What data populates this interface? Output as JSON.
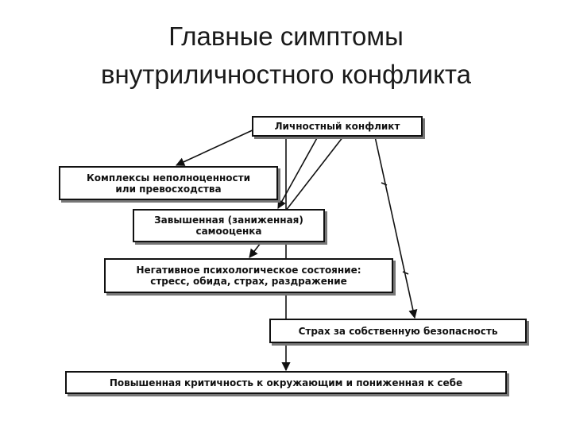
{
  "title": {
    "line1": "Главные симптомы",
    "line2": "внутриличностного конфликта"
  },
  "diagram": {
    "boxes": {
      "personal_conflict": {
        "lines": [
          "Личностный конфликт"
        ]
      },
      "complexes": {
        "lines": [
          "Комплексы неполноценности",
          "или превосходства"
        ]
      },
      "self_esteem": {
        "lines": [
          "Завышенная (заниженная)",
          "самооценка"
        ]
      },
      "negative_state": {
        "lines": [
          "Негативное психологическое состояние:",
          "стресс, обида, страх, раздражение"
        ]
      },
      "fear_safety": {
        "lines": [
          "Страх за собственную безопасность"
        ]
      },
      "criticality": {
        "lines": [
          "Повышенная критичность к окружающим и пониженная к себе"
        ]
      }
    }
  }
}
